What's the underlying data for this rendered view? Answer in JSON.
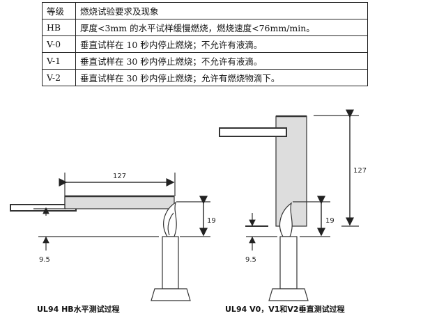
{
  "table": {
    "header": {
      "grade": "等级",
      "desc": "燃烧试验要求及现象"
    },
    "rows": [
      {
        "grade": "HB",
        "desc": "厚度<3mm 的水平试样缓慢燃烧，燃烧速度<76mm/min。"
      },
      {
        "grade": "V-0",
        "desc": "垂直试样在 10 秒内停止燃烧；不允许有液滴。"
      },
      {
        "grade": "V-1",
        "desc": "垂直试样在 30 秒内停止燃烧；不允许有液滴。"
      },
      {
        "grade": "V-2",
        "desc": "垂直试样在 30 秒内停止燃烧；允许有燃烧物滴下。"
      }
    ]
  },
  "diagram": {
    "horizontal": {
      "length_label": "127",
      "flame_label": "19",
      "gap_label": "9.5",
      "caption": "UL94 HB水平测试过程"
    },
    "vertical": {
      "length_label": "127",
      "flame_label": "19",
      "gap_label": "9.5",
      "caption": "UL94 V0，V1和V2垂直测试过程"
    }
  }
}
